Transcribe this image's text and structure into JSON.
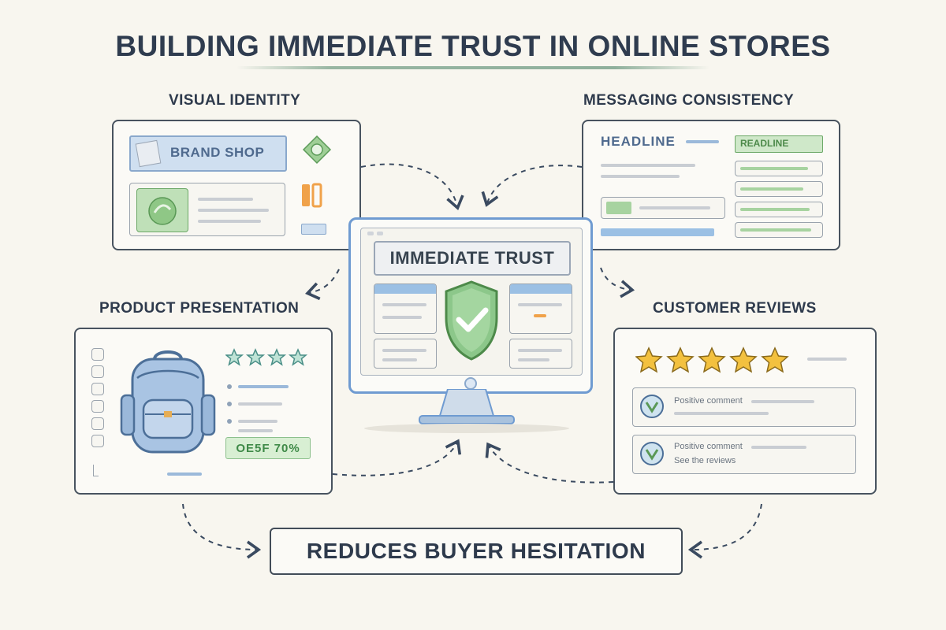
{
  "title": "BUILDING IMMEDIATE TRUST IN ONLINE STORES",
  "sections": {
    "visual_identity": {
      "heading": "VISUAL IDENTITY",
      "brand_label": "BRAND SHOP"
    },
    "messaging_consistency": {
      "heading": "MESSAGING CONSISTENCY",
      "headline_label": "HEADLINE",
      "badge_label": "READLINE"
    },
    "product_presentation": {
      "heading": "PRODUCT PRESENTATION",
      "price_tag": "OE5F 70%"
    },
    "customer_reviews": {
      "heading": "CUSTOMER REVIEWS",
      "star_count": 5,
      "review_1": "Positive comment",
      "review_2": "Positive comment",
      "review_2_sub": "See the reviews"
    }
  },
  "center": {
    "label": "IMMEDIATE TRUST"
  },
  "outcome": "REDUCES BUYER HESITATION",
  "colors": {
    "accent_blue": "#6f9bd1",
    "accent_green": "#8cc78a",
    "star_gold": "#f3c13f",
    "outline": "#48535f",
    "background": "#f8f6ef"
  }
}
